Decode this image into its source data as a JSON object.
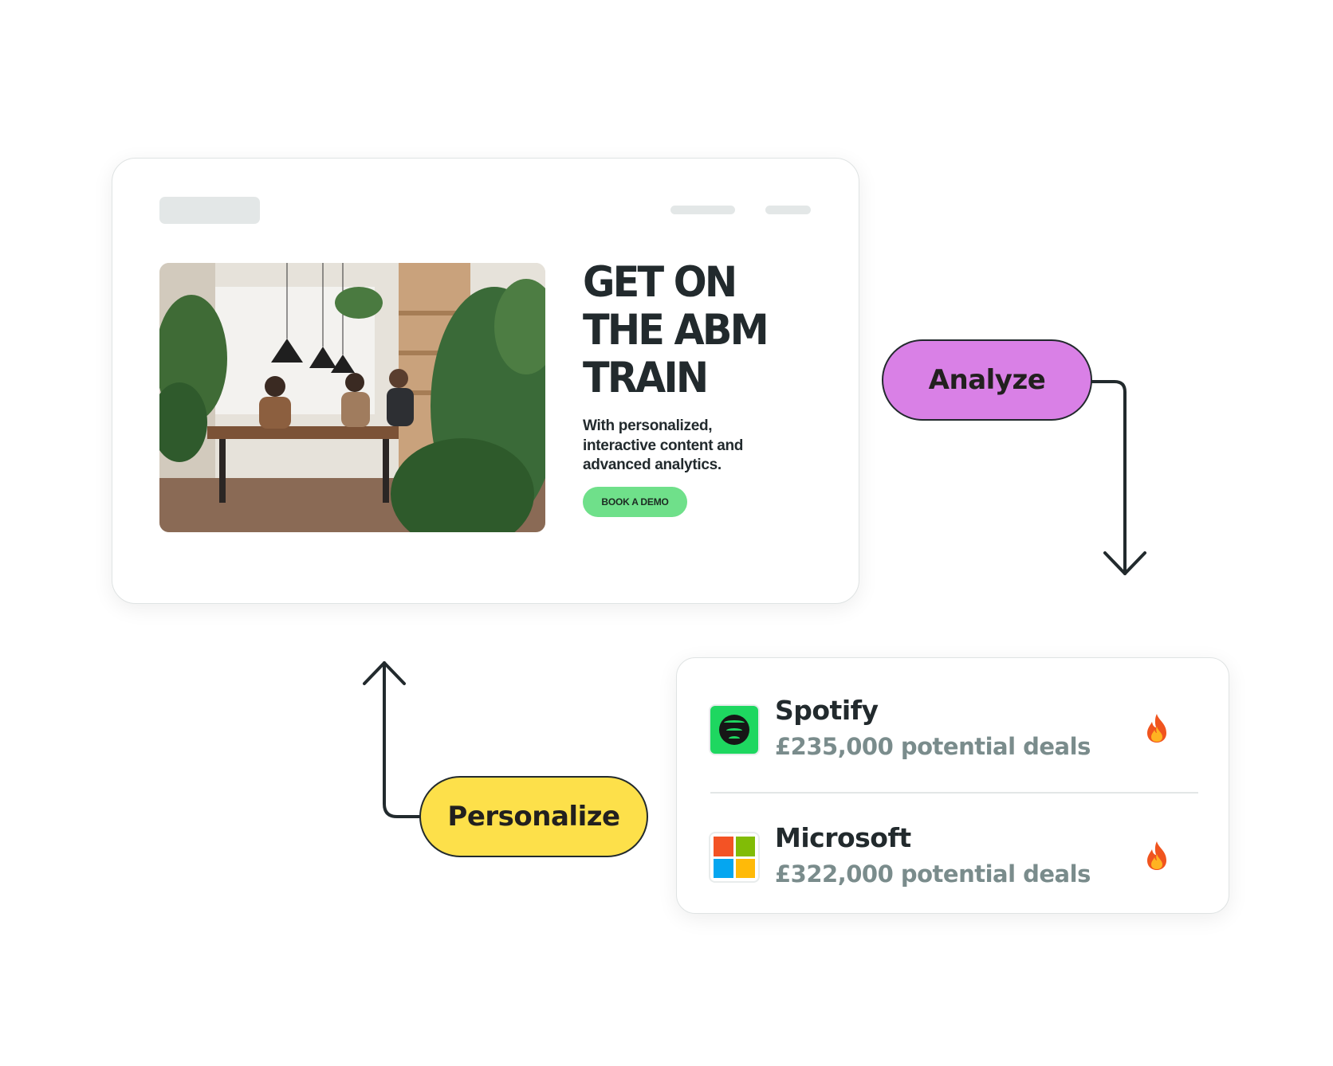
{
  "hero": {
    "title_lines": [
      "GET ON",
      "THE ABM",
      "TRAIN"
    ],
    "subtitle": "With personalized, interactive content and advanced analytics.",
    "cta_label": "BOOK A DEMO"
  },
  "steps": {
    "analyze_label": "Analyze",
    "personalize_label": "Personalize"
  },
  "accounts": [
    {
      "name": "Spotify",
      "value": "£235,000 potential deals",
      "logo_icon": "spotify-icon",
      "status_icon": "fire-icon"
    },
    {
      "name": "Microsoft",
      "value": "£322,000 potential deals",
      "logo_icon": "microsoft-icon",
      "status_icon": "fire-icon"
    }
  ],
  "colors": {
    "analyze": "#d980e6",
    "personalize": "#fde04a",
    "cta": "#6fe08a",
    "spotify": "#1ed760",
    "deal_value": "#7a8c8c"
  }
}
